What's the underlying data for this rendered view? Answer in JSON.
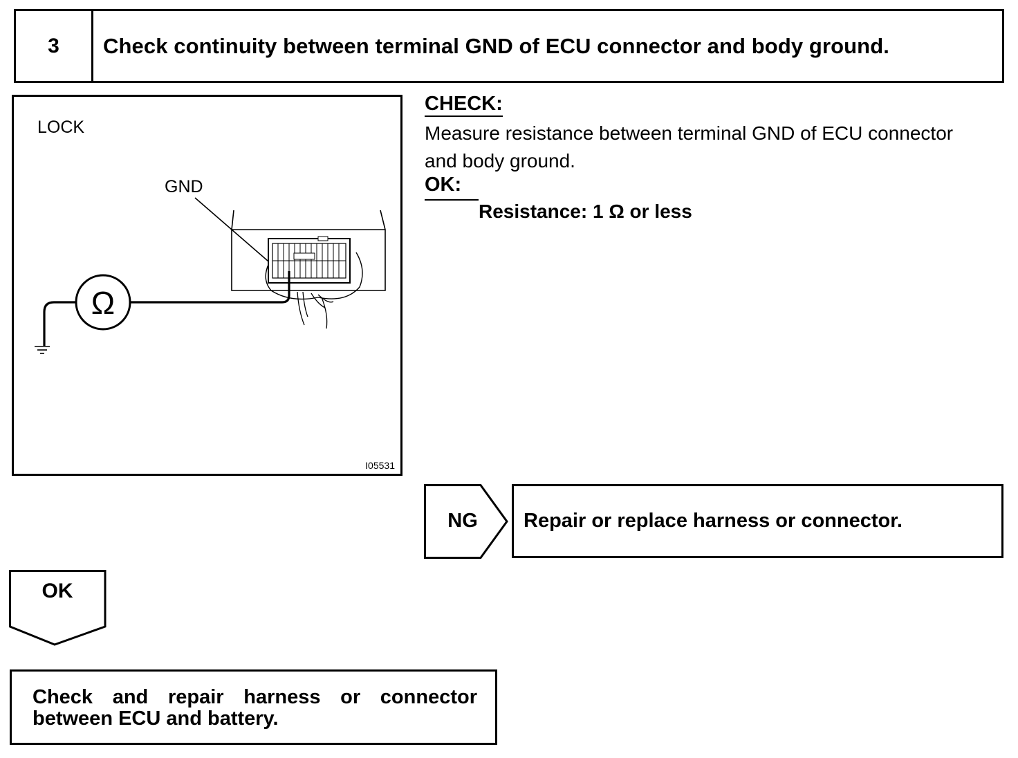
{
  "step": {
    "number": "3",
    "title": "Check continuity between terminal GND of ECU connector and body ground."
  },
  "figure": {
    "lock_label": "LOCK",
    "gnd_label": "GND",
    "ohm_symbol": "Ω",
    "figure_id": "I05531"
  },
  "check": {
    "heading": "CHECK:",
    "line1": "Measure resistance between terminal GND of ECU connector",
    "line2": "and body ground."
  },
  "ok_spec": {
    "heading": "OK:",
    "spec": "Resistance: 1 Ω or less"
  },
  "ng_branch": {
    "label": "NG",
    "action": "Repair or replace harness or connector."
  },
  "ok_branch": {
    "label": "OK",
    "action": "Check and repair harness or connector between ECU and battery."
  }
}
